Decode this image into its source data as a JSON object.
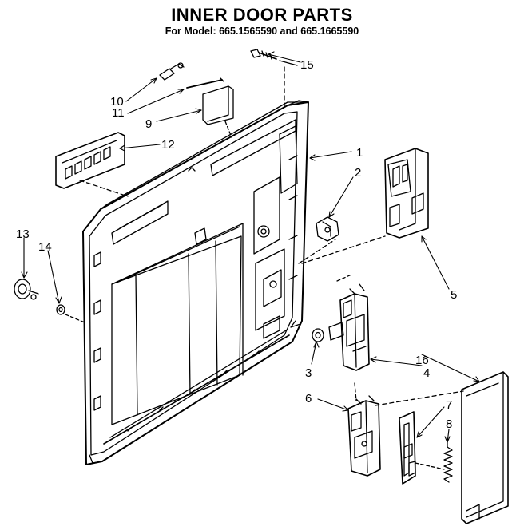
{
  "header": {
    "title": "INNER DOOR PARTS",
    "subtitle": "For Model: 665.1565590 and 665.1665590"
  },
  "callouts": [
    {
      "id": "c1",
      "label": "1"
    },
    {
      "id": "c2",
      "label": "2"
    },
    {
      "id": "c3",
      "label": "3"
    },
    {
      "id": "c4",
      "label": "4"
    },
    {
      "id": "c5",
      "label": "5"
    },
    {
      "id": "c6",
      "label": "6"
    },
    {
      "id": "c7",
      "label": "7"
    },
    {
      "id": "c8",
      "label": "8"
    },
    {
      "id": "c9",
      "label": "9"
    },
    {
      "id": "c10",
      "label": "10"
    },
    {
      "id": "c11",
      "label": "11"
    },
    {
      "id": "c12",
      "label": "12"
    },
    {
      "id": "c13",
      "label": "13"
    },
    {
      "id": "c14",
      "label": "14"
    },
    {
      "id": "c15",
      "label": "15"
    },
    {
      "id": "c16",
      "label": "16"
    }
  ],
  "colors": {
    "ink": "#000000",
    "paper": "#ffffff"
  }
}
